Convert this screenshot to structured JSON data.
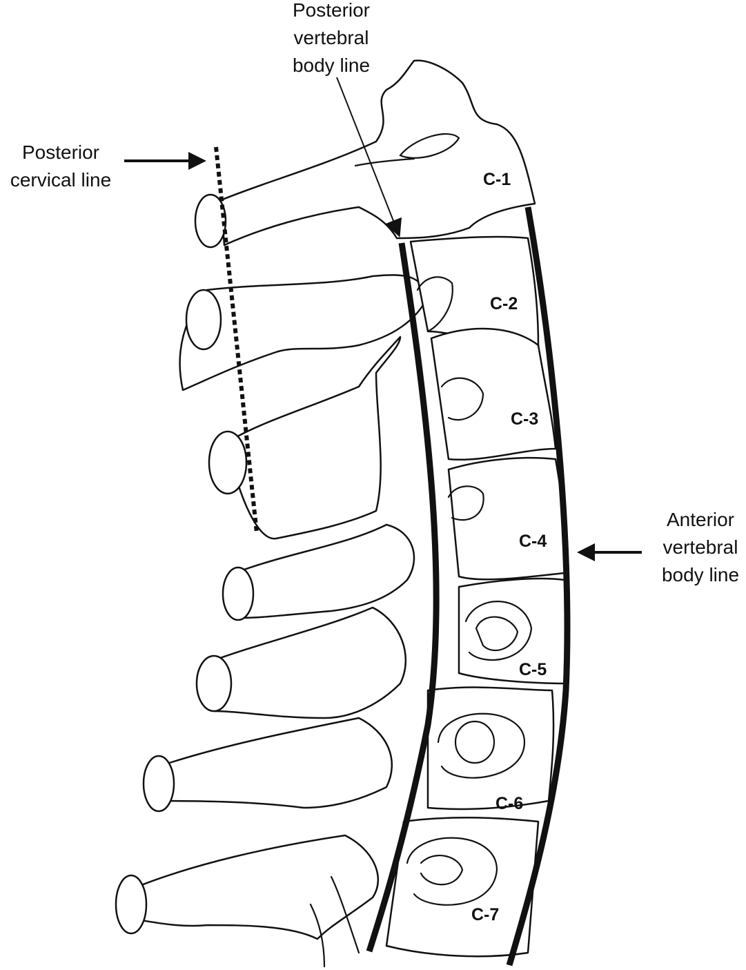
{
  "title_labels": {
    "posterior_vertebral_body_line": [
      "Posterior",
      "vertebral",
      "body line"
    ],
    "posterior_cervical_line": [
      "Posterior",
      "cervical line"
    ],
    "anterior_vertebral_body_line": [
      "Anterior",
      "vertebral",
      "body line"
    ]
  },
  "vertebrae": [
    "C-1",
    "C-2",
    "C-3",
    "C-4",
    "C-5",
    "C-6",
    "C-7"
  ],
  "colors": {
    "ink": "#111111",
    "background": "#ffffff"
  }
}
